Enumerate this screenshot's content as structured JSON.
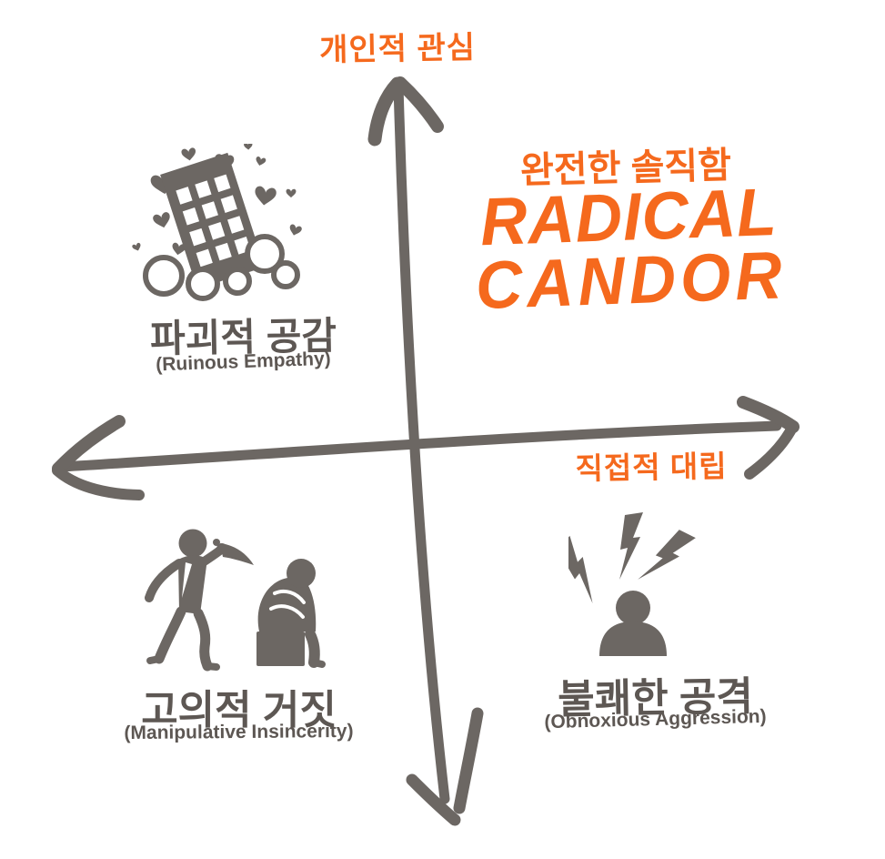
{
  "colors": {
    "accent_orange": "#F5691D",
    "diagram_gray": "#6C6763",
    "text_gray": "#5D5753"
  },
  "axes": {
    "y_axis_label": "개인적 관심",
    "x_axis_label": "직접적 대립"
  },
  "quadrants": {
    "top_right": {
      "korean_title": "완전한 솔직함",
      "title_line1": "RADICAL",
      "title_line2": "CANDOR"
    },
    "top_left": {
      "korean_title": "파괴적 공감",
      "english_subtitle": "(Ruinous Empathy)",
      "icon": "collapsing-building-with-hearts-icon"
    },
    "bottom_left": {
      "korean_title": "고의적 거짓",
      "english_subtitle": "(Manipulative Insincerity)",
      "icon": "backstabbing-figure-and-dejected-person-icon"
    },
    "bottom_right": {
      "korean_title": "불쾌한 공격",
      "english_subtitle": "(Obnoxious Aggression)",
      "icon": "person-with-lightning-bolts-icon"
    }
  }
}
